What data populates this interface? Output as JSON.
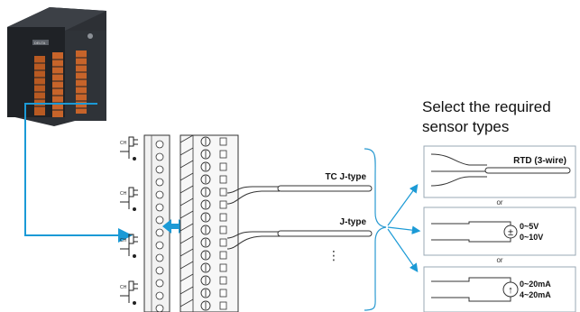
{
  "heading": {
    "line1": "Select the required",
    "line2": "sensor types"
  },
  "plc": {
    "brand": "DELTA"
  },
  "wiring": {
    "tc_label": "TC J-type",
    "j_label": "J-type",
    "ellipsis": "⋮"
  },
  "sensors": [
    {
      "label": "RTD (3-wire)"
    },
    {
      "line1": "0~5V",
      "line2": "0~10V",
      "symbol": "±"
    },
    {
      "line1": "0~20mA",
      "line2": "4~20mA",
      "symbol": "↑"
    }
  ],
  "or_labels": [
    "or",
    "or"
  ],
  "colors": {
    "arrow_blue": "#1b9ad6",
    "plc_body": "#2b2e33",
    "terminal_orange": "#d4682a",
    "box_border": "#9aa8b4"
  },
  "icons": [
    "double-arrow-icon",
    "brace-icon",
    "voltage-source-icon",
    "current-source-icon"
  ]
}
